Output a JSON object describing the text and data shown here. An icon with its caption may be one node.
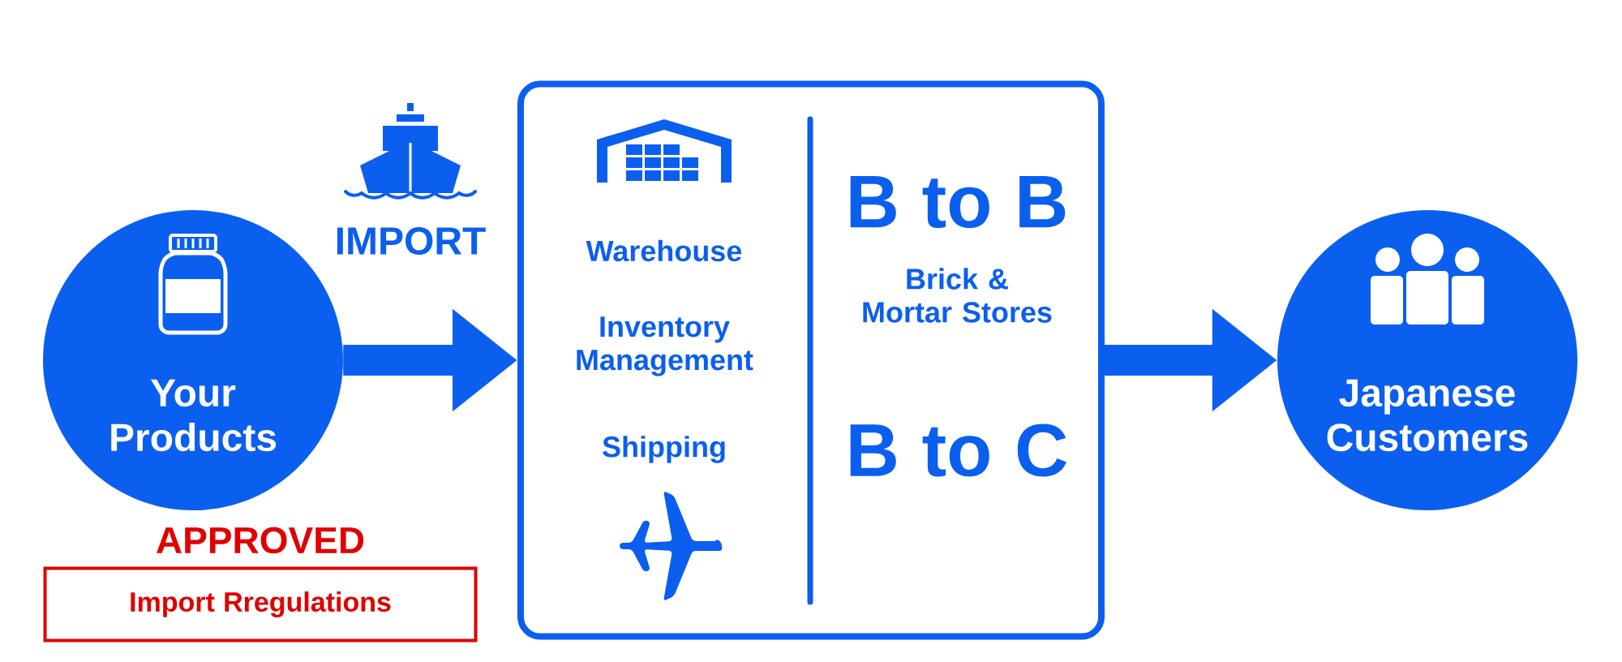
{
  "diagram": {
    "nodes": [
      {
        "text": [
          "Your Products"
        ]
      },
      {
        "text": [
          "Warehouse",
          "Inventory Management",
          "Shipping",
          "B to B",
          "Brick & Mortar Stores",
          "B to C"
        ]
      },
      {
        "text": [
          "Japanese Customers"
        ]
      },
      {
        "text": [
          "APPROVED",
          "Import Rregulations"
        ]
      }
    ],
    "edges": [
      {
        "from": 0,
        "to": 1,
        "arrow": "to",
        "label": "IMPORT"
      },
      {
        "from": 1,
        "to": 2,
        "arrow": "to"
      }
    ]
  }
}
